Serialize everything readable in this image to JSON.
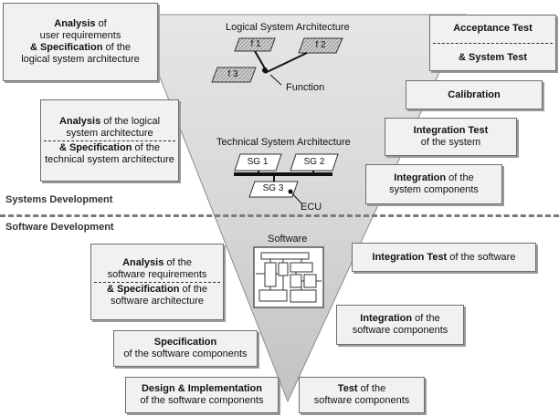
{
  "sections": {
    "systems": "Systems Development",
    "software": "Software Development"
  },
  "left": {
    "user_req": {
      "line1_bold": "Analysis",
      "line1_rest": " of",
      "line2": "user requirements",
      "line3_bold": "& Specification",
      "line3_rest": " of the",
      "line4": "logical system architecture"
    },
    "logical_arch": {
      "line1_bold": "Analysis",
      "line1_rest": " of the logical",
      "line2": "system architecture",
      "line3_bold": "& Specification",
      "line3_rest": " of the",
      "line4": "technical system architecture"
    },
    "sw_req": {
      "line1_bold": "Analysis",
      "line1_rest": "  of the",
      "line2": "software requirements",
      "line3_bold": "& Specification",
      "line3_rest": " of the",
      "line4": "software architecture"
    },
    "sw_comp_spec": {
      "line1_bold": "Specification",
      "line2": "of the software components"
    },
    "design_impl": {
      "line1_bold": "Design & Implementation",
      "line2": "of the software components"
    }
  },
  "right": {
    "acceptance": {
      "line1_bold": "Acceptance Test",
      "line2_bold": "& System Test"
    },
    "calibration": {
      "label": "Calibration"
    },
    "integration_test_system": {
      "line1_bold": "Integration Test",
      "line2": "of the system"
    },
    "integration_components": {
      "line1_bold": "Integration",
      "line1_rest": " of the",
      "line2": "system components"
    },
    "integration_test_software": {
      "line1_bold": "Integration Test",
      "line1_rest": " of the software"
    },
    "integration_sw_components": {
      "line1_bold": "Integration",
      "line1_rest": " of the",
      "line2": "software components"
    },
    "test_sw_components": {
      "line1_bold": "Test",
      "line1_rest": " of the",
      "line2": "software components"
    }
  },
  "center": {
    "logical": {
      "title": "Logical System Architecture",
      "f1": "f 1",
      "f2": "f 2",
      "f3": "f 3",
      "function_label": "Function"
    },
    "technical": {
      "title": "Technical System Architecture",
      "sg1": "SG 1",
      "sg2": "SG 2",
      "sg3": "SG 3",
      "ecu_label": "ECU"
    },
    "software": {
      "title": "Software"
    }
  }
}
